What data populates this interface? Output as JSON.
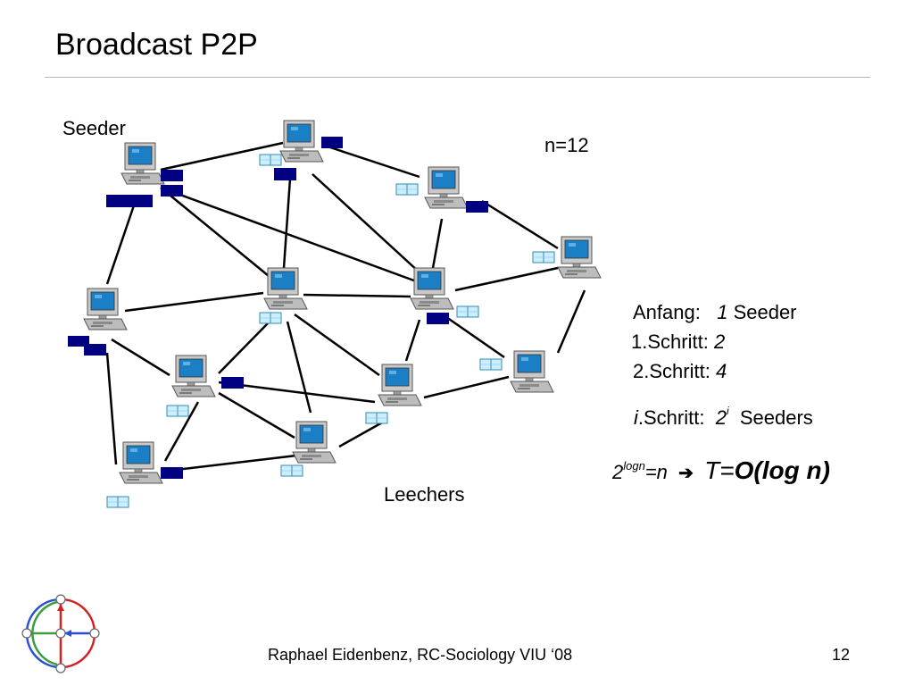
{
  "slide": {
    "title": "Broadcast P2P",
    "footer_text": "Raphael Eidenbenz, RC-Sociology VIU ‘08",
    "page_number": "12"
  },
  "diagram": {
    "seeder_label": "Seeder",
    "n_label": "n=12",
    "leechers_label": "Leechers"
  },
  "steps": {
    "anfang_label": "Anfang:",
    "anfang_value": "1",
    "anfang_suffix": "Seeder",
    "step1_label": "1.Schritt:",
    "step1_value": "2",
    "step2_label": "2.Schritt:",
    "step2_value": "4",
    "stepi_prefix": "i",
    "stepi_label": ".Schritt:",
    "stepi_base": "2",
    "stepi_exp": "i",
    "stepi_suffix": "Seeders"
  },
  "formula": {
    "base": "2",
    "exponent": "logn",
    "rhs": "=n",
    "arrow": "➔",
    "t_part": "T=",
    "result": "O(log n)"
  },
  "colors": {
    "monitor_screen": "#1a7fc4",
    "chunk_full": "#000080",
    "chunk_empty": "#ccefff",
    "logo_red": "#d42020",
    "logo_green": "#3aa03a",
    "logo_blue": "#2a4fd0"
  }
}
